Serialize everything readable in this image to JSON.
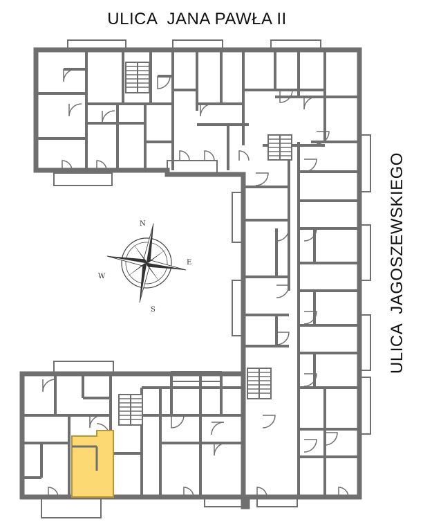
{
  "streets": {
    "top": "ULICA  JANA PAWŁA II",
    "right": "ULICA  JAGOSZEWSKIEGO"
  },
  "compass": {
    "icon": "compass-rose-icon",
    "north": "N",
    "east": "E",
    "south": "S",
    "west": "W"
  },
  "highlight": {
    "color": "#fcd972",
    "stroke": "#b9962f"
  },
  "colors": {
    "walls": "#6f6f6f",
    "background": "#ffffff"
  }
}
